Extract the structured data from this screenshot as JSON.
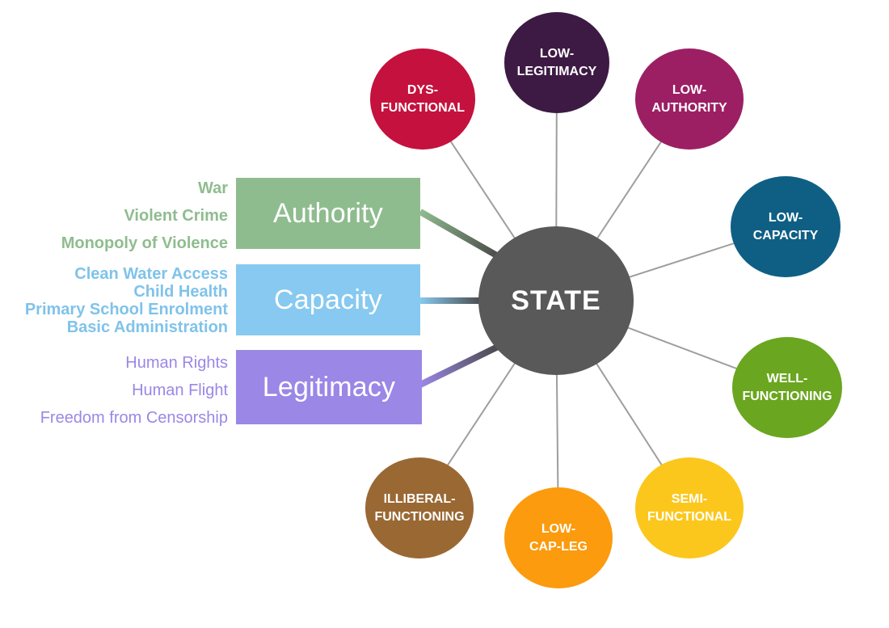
{
  "center": {
    "label": "STATE",
    "color": "#595959"
  },
  "dimensions": [
    {
      "label": "Authority",
      "color": "#8fbc8f",
      "text_color": "#8fbc8f",
      "indicators": [
        "War",
        "Violent Crime",
        "Monopoly of Violence"
      ]
    },
    {
      "label": "Capacity",
      "color": "#87c9f0",
      "text_color": "#7fc3ea",
      "indicators": [
        "Clean Water Access",
        "Child Health",
        "Primary School Enrolment",
        "Basic Administration"
      ]
    },
    {
      "label": "Legitimacy",
      "color": "#9b87e6",
      "text_color": "#9b87e6",
      "indicators": [
        "Human Rights",
        "Human Flight",
        "Freedom from Censorship"
      ]
    }
  ],
  "states": [
    {
      "line1": "LOW-",
      "line2": "LEGITIMACY",
      "color": "#3d1a44"
    },
    {
      "line1": "LOW-",
      "line2": "AUTHORITY",
      "color": "#9c1f64"
    },
    {
      "line1": "LOW-",
      "line2": "CAPACITY",
      "color": "#0f5f85"
    },
    {
      "line1": "WELL-",
      "line2": "FUNCTIONING",
      "color": "#6aa61f"
    },
    {
      "line1": "SEMI-",
      "line2": "FUNCTIONAL",
      "color": "#fcc71c"
    },
    {
      "line1": "LOW-",
      "line2": "CAP-LEG",
      "color": "#fb9b0d"
    },
    {
      "line1": "ILLIBERAL-",
      "line2": "FUNCTIONING",
      "color": "#9a6833"
    },
    {
      "line1": "DYS-",
      "line2": "FUNCTIONAL",
      "color": "#c5113d"
    }
  ]
}
